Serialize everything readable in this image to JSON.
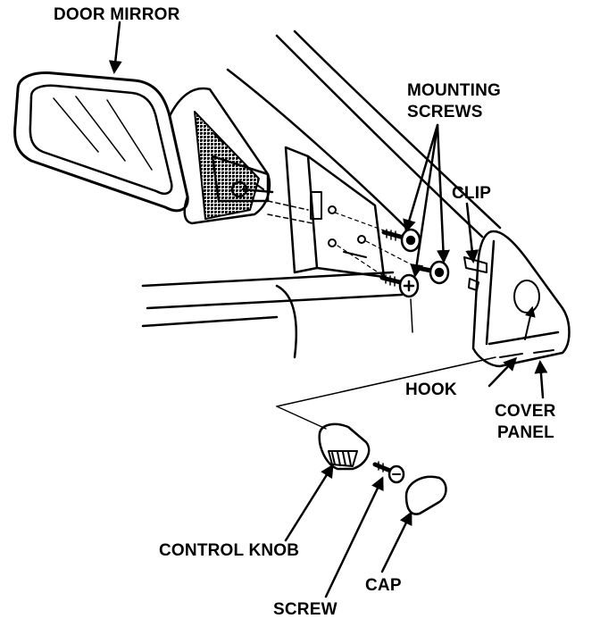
{
  "labels": {
    "door_mirror": "DOOR MIRROR",
    "mounting_screws_line1": "MOUNTING",
    "mounting_screws_line2": "SCREWS",
    "clip": "CLIP",
    "hook": "HOOK",
    "cover_panel_line1": "COVER",
    "cover_panel_line2": "PANEL",
    "control_knob": "CONTROL KNOB",
    "screw": "SCREW",
    "cap": "CAP"
  },
  "colors": {
    "ink": "#000000",
    "paper": "#ffffff"
  }
}
